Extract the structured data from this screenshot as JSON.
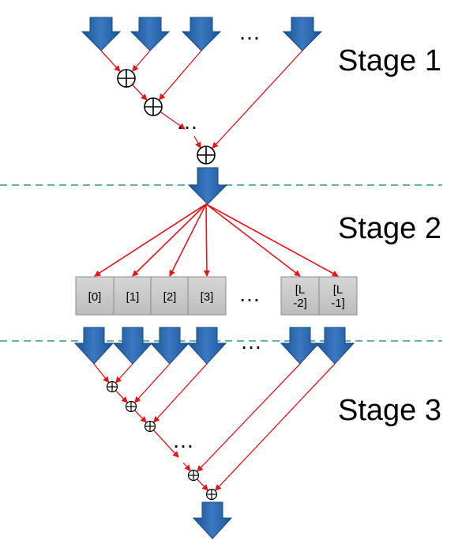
{
  "stages": [
    {
      "label": "Stage 1"
    },
    {
      "label": "Stage 2"
    },
    {
      "label": "Stage 3"
    }
  ],
  "buffer_cells": [
    "[0]",
    "[1]",
    "[2]",
    "[3]",
    "[L\n-2]",
    "[L\n-1]"
  ],
  "ellipsis": "…",
  "colors": {
    "arrow_blue": "#2a62a4",
    "arrow_blue_dark": "#154a85",
    "edge_red": "#e8121a",
    "divider_teal": "#2e9a8a",
    "cell_fill": "#c8c8c8",
    "cell_stroke": "#8a8a8a"
  },
  "icons": {
    "block_arrow": "down-block-arrow-icon",
    "adder": "circled-plus-icon"
  }
}
